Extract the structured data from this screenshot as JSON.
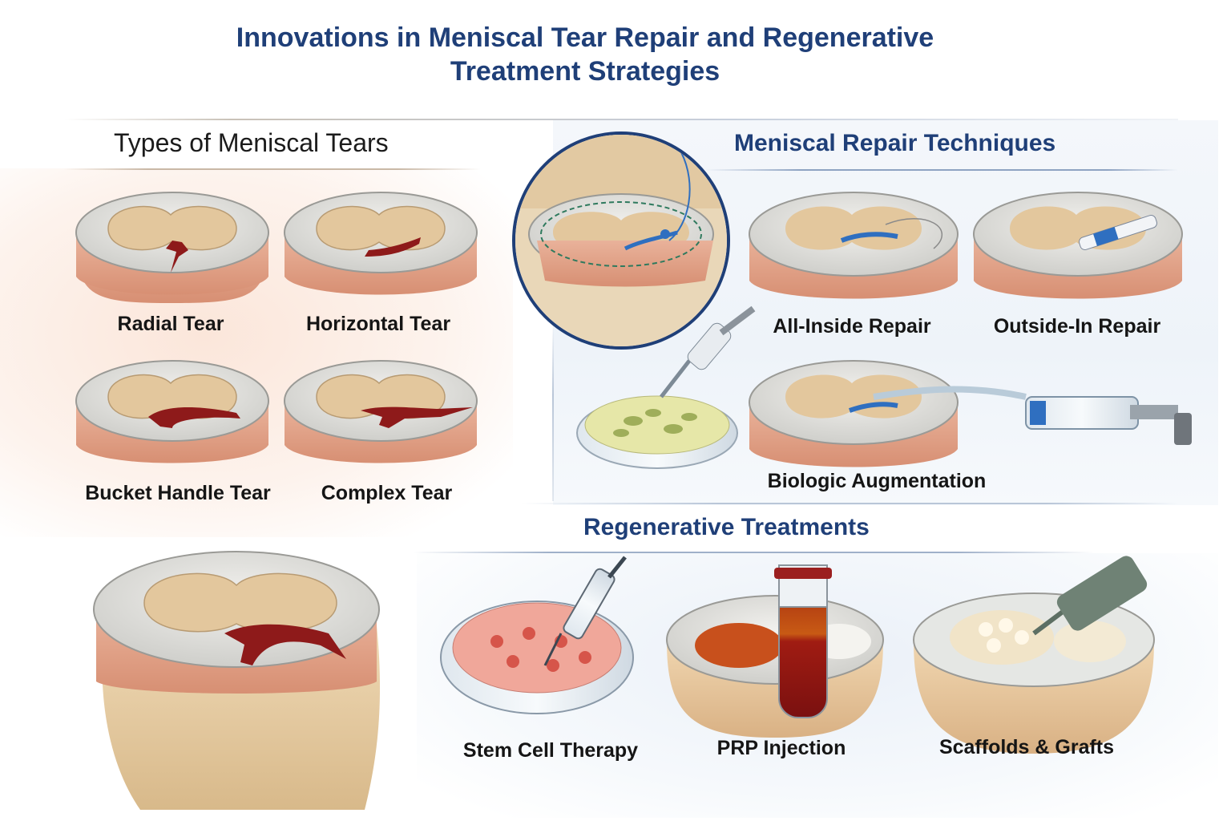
{
  "title": {
    "line1": "Innovations in Meniscal Tear Repair and Regenerative",
    "line2": "Treatment Strategies"
  },
  "sections": {
    "tear_types": {
      "heading": "Types of Meniscal Tears",
      "items": [
        "Radial Tear",
        "Horizontal Tear",
        "Bucket Handle Tear",
        "Complex Tear"
      ]
    },
    "repair_techniques": {
      "heading": "Meniscal Repair Techniques",
      "items": [
        "All-Inside Repair",
        "Outside-In Repair",
        "Biologic Augmentation"
      ]
    },
    "regenerative": {
      "heading": "Regenerative Treatments",
      "items": [
        "Stem Cell Therapy",
        "PRP Injection",
        "Scaffolds & Grafts"
      ]
    }
  },
  "colors": {
    "title_blue": "#1f3f78",
    "tear_red": "#8e1a1a",
    "tissue_tan": "#e8caa2",
    "tissue_pink": "#e4a187",
    "meniscus_grey": "#dcdcd8",
    "instrument_blue": "#2f6fc0"
  },
  "icons": [
    "knee-meniscus-icon",
    "syringe-icon",
    "petri-dish-icon",
    "test-tube-icon",
    "suture-needle-icon",
    "scaffold-applicator-icon"
  ]
}
